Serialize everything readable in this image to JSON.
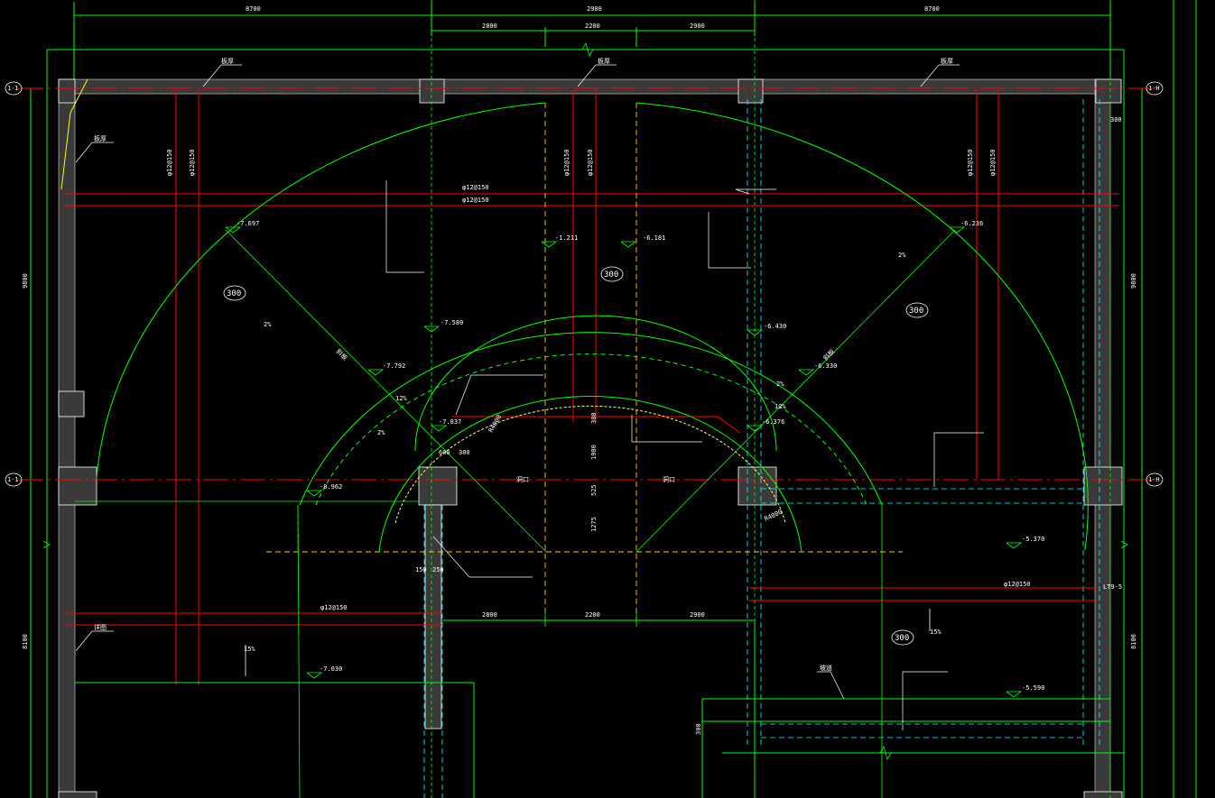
{
  "colors": {
    "background": "#000000",
    "grid_axis": "#ff0000",
    "rebar": "#ff0000",
    "outline": "#00ff00",
    "hidden": "#00ffff",
    "centerline": "#ffcc00",
    "wall_fill": "#3a3a3a",
    "text": "#ffffff"
  },
  "dims": {
    "top": [
      "8700",
      "2900",
      "8700"
    ],
    "second": [
      "2800",
      "2200",
      "2900"
    ],
    "mid": [
      "2800",
      "2200",
      "2900"
    ],
    "right_small": "300",
    "left_upper": "9800",
    "left_lower": "8100",
    "right_upper": "9800",
    "right_lower": "8100"
  },
  "axes": {
    "top_left": "1-1",
    "top_right": "1-H",
    "mid_left": "1-1",
    "mid_right": "1-H"
  },
  "elevations": [
    {
      "id": "e1",
      "label": "-7.697"
    },
    {
      "id": "e2",
      "label": "-1.211"
    },
    {
      "id": "e3",
      "label": "-6.181"
    },
    {
      "id": "e4",
      "label": "-6.236"
    },
    {
      "id": "e5",
      "label": "-7.580"
    },
    {
      "id": "e6",
      "label": "-6.430"
    },
    {
      "id": "e7",
      "label": "-7.792"
    },
    {
      "id": "e8",
      "label": "-6.330"
    },
    {
      "id": "e9",
      "label": "-7.837"
    },
    {
      "id": "e10",
      "label": "-6.376"
    },
    {
      "id": "e11",
      "label": "-8.962"
    },
    {
      "id": "e12",
      "label": "-5.370"
    },
    {
      "id": "e13",
      "label": "-7.030"
    },
    {
      "id": "e14",
      "label": "-5.590"
    }
  ],
  "slab_tags": [
    "300",
    "300",
    "300",
    "300"
  ],
  "radii": [
    "R4000",
    "R4000"
  ],
  "slopes": [
    "2%",
    "2%",
    "12%",
    "2%",
    "2%",
    "12%",
    "15%",
    "15%"
  ],
  "small_dims": [
    "600",
    "300",
    "150",
    "250",
    "300",
    "1980",
    "525",
    "1275",
    "300"
  ],
  "rebar_labels": [
    "φ12@150",
    "φ12@150",
    "φ12@150",
    "φ12@150",
    "φ12@150",
    "φ12@150",
    "φ12@150",
    "φ12@150",
    "φ12@150",
    "φ12@150"
  ],
  "notes": [
    "板厚",
    "板厚",
    "板厚",
    "板厚",
    "斜板",
    "斜板",
    "坡道",
    "详图",
    "洞口",
    "洞口",
    "LT9-5"
  ]
}
